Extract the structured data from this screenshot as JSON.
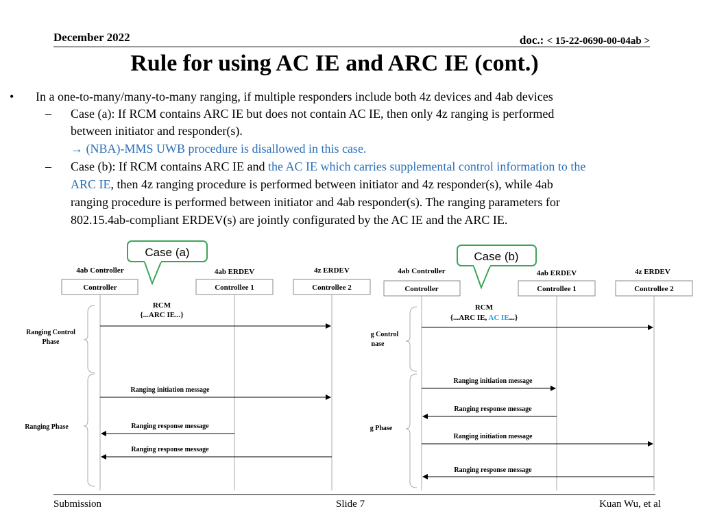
{
  "header": {
    "date": "December 2022",
    "doc_prefix": "doc.: ",
    "doc_number": "< 15-22-0690-00-04ab >"
  },
  "title": "Rule for using AC IE and ARC IE (cont.)",
  "bullet1": "In a one-to-many/many-to-many ranging, if multiple responders include both 4z devices and 4ab devices",
  "case_a": {
    "line1": "Case (a): If RCM contains ARC IE but does not contain AC IE, then only 4z ranging is performed",
    "line2": "between initiator and responder(s).",
    "note": "→ (NBA)-MMS UWB procedure is disallowed in this case."
  },
  "case_b": {
    "pre": "Case (b): If RCM contains ARC IE and ",
    "blue1": "the AC IE which carries supplemental control information to the",
    "blue2": "ARC IE",
    "post1": ", then 4z ranging procedure is performed between initiator and 4z responder(s), while 4ab",
    "line3": "ranging procedure is performed between initiator and 4ab responder(s). The ranging parameters for",
    "line4": "802.15.4ab-compliant ERDEV(s) are jointly configurated by the AC IE and the ARC IE."
  },
  "diagram_a": {
    "callout": "Case (a)",
    "col_heads": [
      "4ab Controller",
      "4ab ERDEV",
      "4z ERDEV"
    ],
    "boxes": [
      "Controller",
      "Controllee 1",
      "Controllee 2"
    ],
    "rcm": "RCM",
    "rcm_content": "{...ARC IE...}",
    "phase_control": [
      "Ranging Control",
      "Phase"
    ],
    "phase_ranging": "Ranging Phase",
    "messages": [
      "Ranging initiation message",
      "Ranging response message",
      "Ranging response message"
    ]
  },
  "diagram_b": {
    "callout": "Case (b)",
    "col_heads": [
      "4ab Controller",
      "4ab ERDEV",
      "4z ERDEV"
    ],
    "boxes": [
      "Controller",
      "Controllee 1",
      "Controllee 2"
    ],
    "rcm": "RCM",
    "rcm_content_pre": "{...ARC IE, ",
    "rcm_content_blue": "AC IE",
    "rcm_content_post": "...}",
    "phase_control": [
      "g Control",
      "nase"
    ],
    "phase_ranging": "g Phase",
    "messages": [
      "Ranging initiation message",
      "Ranging response message",
      "Ranging initiation message",
      "Ranging response message"
    ]
  },
  "footer": {
    "left": "Submission",
    "center": "Slide 7",
    "right": "Kuan Wu, et al"
  },
  "colors": {
    "blue": "#2a6fb8",
    "callout_green": "#3aa655"
  }
}
